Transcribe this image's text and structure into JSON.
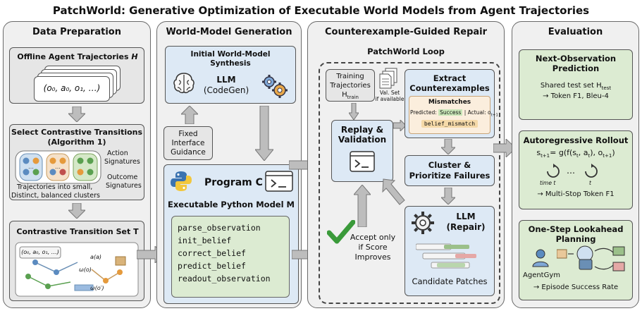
{
  "title": "PatchWorld: Generative Optimization of Executable World Models from Agent Trajectories",
  "panels": {
    "data_prep": {
      "title": "Data Preparation",
      "offline": {
        "label": "Offline Agent Trajectories",
        "var": "H",
        "seq": "(o₀, a₀, o₁, …)"
      },
      "select": {
        "title1": "Select Contrastive Transitions",
        "title2": "(Algorithm 1)",
        "action_label": "Action",
        "signatures1": "Signatures",
        "outcome_label": "Outcome",
        "signatures2": "Signatures",
        "caption1": "Trajectories into small,",
        "caption2": "Distinct, balanced clusters"
      },
      "contrastive": {
        "label": "Contrastive Transition Set",
        "var": "T",
        "seq": "(o₀, a₀, o₁, …)",
        "a_label": "a(a)",
        "o_label": "ω(o)",
        "o2_label": "ω(o′)"
      }
    },
    "world_model": {
      "title": "World-Model Generation",
      "initial": {
        "title1": "Initial World-Model",
        "title2": "Synthesis",
        "llm": "LLM",
        "codegen": "(CodeGen)"
      },
      "fixed": {
        "l1": "Fixed",
        "l2": "Interface",
        "l3": "Guidance"
      },
      "program": {
        "title": "Program C",
        "subtitle": "Executable Python Model M",
        "functions": [
          "parse_observation",
          "init_belief",
          "correct_belief",
          "predict_belief",
          "readout_observation"
        ]
      }
    },
    "repair": {
      "title": "Counterexample-Guided Repair",
      "loop_title": "PatchWorld Loop",
      "training": {
        "l1": "Training",
        "l2": "Trajectories",
        "l3": "H",
        "sub": "train"
      },
      "val": {
        "l1": "Val. Set",
        "l2": "if available"
      },
      "replay": {
        "l1": "Replay &",
        "l2": "Validation"
      },
      "extract": {
        "l1": "Extract",
        "l2": "Counterexamples",
        "mismatches": "Mismatches",
        "predicted": "Predicted:",
        "success": "Success",
        "actual": "| Actual: o",
        "actual_sub": "t+1",
        "belief": "belief_mismatch"
      },
      "cluster": {
        "l1": "Cluster &",
        "l2": "Prioritize Failures"
      },
      "accept": {
        "l1": "Accept only",
        "l2": "if Score",
        "l3": "Improves"
      },
      "llm_repair": {
        "l1": "LLM",
        "l2": "(Repair)",
        "caption": "Candidate Patches"
      }
    },
    "evaluation": {
      "title": "Evaluation",
      "next_obs": {
        "l1": "Next-Observation",
        "l2": "Prediction",
        "l3": "Shared test set  H",
        "l3_sub": "test",
        "l4": "→ Token F1, Bleu-4"
      },
      "autoreg": {
        "title": "Autoregressive Rollout",
        "eq": "s",
        "eq_sub": "t+1",
        "eq_rest": "= g(f(s",
        "eq_t": "t",
        "eq_comma": ", a",
        "eq_at": "t",
        "eq_close": "), o",
        "eq_ot": "t+1",
        "eq_end": ")",
        "time_label": "time t",
        "t_label": "t",
        "dots": "…",
        "result": "→ Multi-Stop Token F1"
      },
      "lookahead": {
        "l1": "One-Step Lookahead",
        "l2": "Planning",
        "agentgym": "AgentGym",
        "result": "→ Episode Success Rate"
      }
    }
  },
  "colors": {
    "panel_bg": "#f0f0f0",
    "blue_box": "#dde9f5",
    "green_box": "#dcebd2",
    "arrow": "#bdbdbd",
    "check_green": "#3a9a3a"
  }
}
